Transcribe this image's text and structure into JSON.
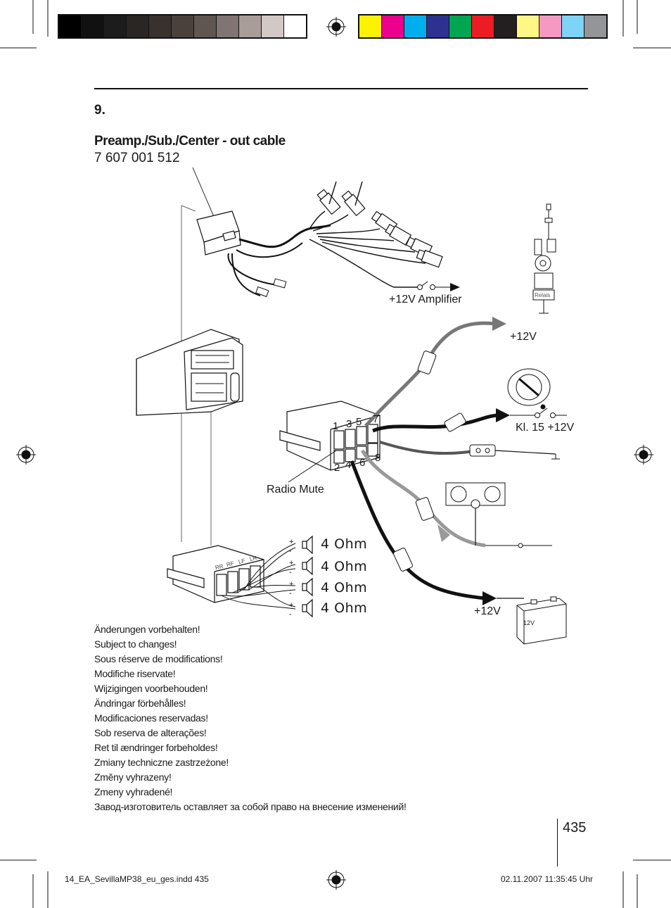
{
  "print_marks": {
    "grey_swatches": [
      "#000000",
      "#111111",
      "#1c1c1c",
      "#2a2624",
      "#39312e",
      "#4a413d",
      "#605651",
      "#807572",
      "#a99d9a",
      "#d2c9c7",
      "#ffffff"
    ],
    "color_swatches": [
      "#fff200",
      "#ec008c",
      "#00aeef",
      "#2e3192",
      "#00a651",
      "#ed1c24",
      "#231f20",
      "#fff685",
      "#f49ac2",
      "#7fd3f7",
      "#939598"
    ]
  },
  "section": {
    "number": "9.",
    "cable_title": "Preamp./Sub./Center - out cable",
    "cable_part_no": "7 607 001 512"
  },
  "diagram": {
    "labels": {
      "amplifier": "+12V Amplifier",
      "antenna_relay": "Relais",
      "plus12v_top": "+12V",
      "kl15": "Kl. 15 +12V",
      "radio_mute": "Radio Mute",
      "plus12v_battery": "+12V",
      "battery": "12V"
    },
    "pins": [
      "1",
      "3",
      "5",
      "7",
      "2",
      "4",
      "6",
      "8"
    ],
    "speaker_channels": [
      "RR",
      "RF",
      "LF",
      "LR"
    ],
    "speakers": [
      {
        "impedance": "4 Ohm"
      },
      {
        "impedance": "4 Ohm"
      },
      {
        "impedance": "4 Ohm"
      },
      {
        "impedance": "4 Ohm"
      }
    ]
  },
  "notes": [
    "Änderungen vorbehalten!",
    "Subject to changes!",
    "Sous réserve de modifications!",
    "Modifiche riservate!",
    "Wijzigingen voorbehouden!",
    "Ändringar förbehålles!",
    "Modificaciones reservadas!",
    "Sob reserva de alterações!",
    "Ret til ændringer forbeholdes!",
    "Zmiany techniczne zastrzeżone!",
    "Změny vyhrazeny!",
    "Zmeny vyhradené!",
    "Завод-изготовитель оставляет за собой право на внесение изменений!"
  ],
  "page_number": "435",
  "footer": {
    "file": "14_EA_SevillaMP38_eu_ges.indd   435",
    "timestamp": "02.11.2007   11:35:45 Uhr"
  }
}
